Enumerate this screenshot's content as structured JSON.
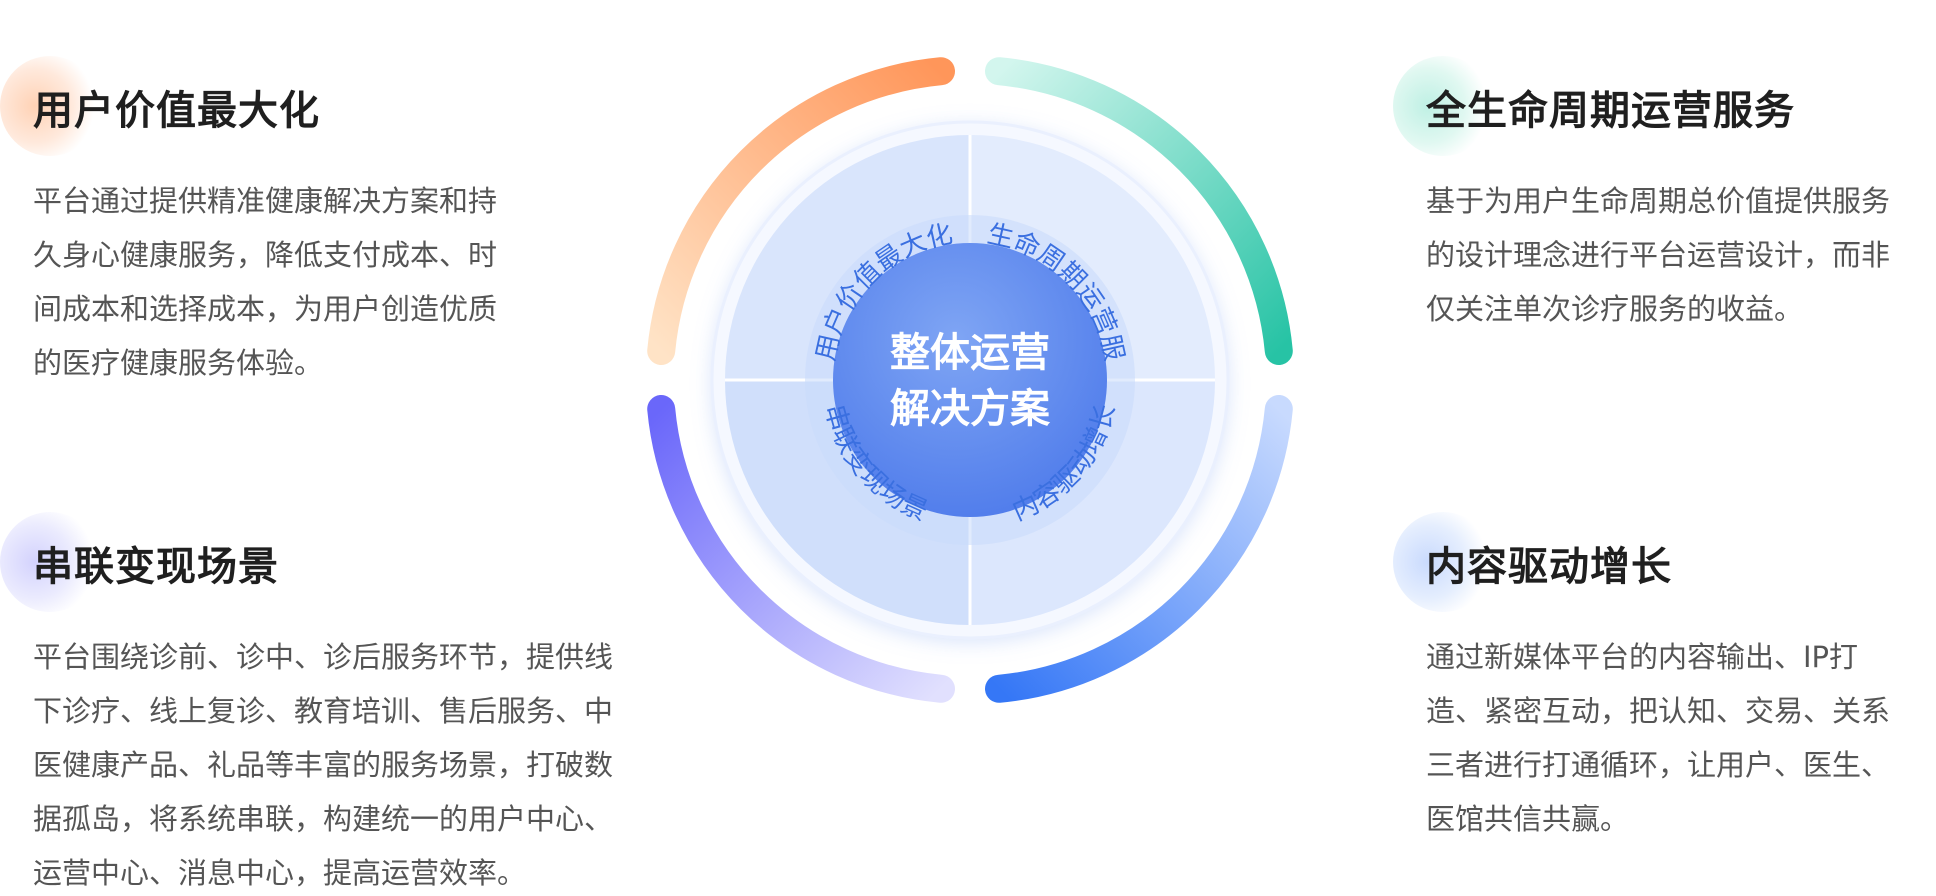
{
  "center": {
    "line1": "整体运营",
    "line2": "解决方案"
  },
  "quadrants": [
    {
      "label": "用户价值最大化"
    },
    {
      "label": "全生命周期运营服务"
    },
    {
      "label": "串联变现场景"
    },
    {
      "label": "内容驱动增长"
    }
  ],
  "sections": {
    "top_left": {
      "title": "用户价值最大化",
      "lines": [
        "平台通过提供精准健康解决方案和持",
        "久身心健康服务，降低支付成本、时",
        "间成本和选择成本，为用户创造优质",
        "的医疗健康服务体验。"
      ]
    },
    "top_right": {
      "title": "全生命周期运营服务",
      "lines": [
        "基于为用户生命周期总价值提供服务",
        "的设计理念进行平台运营设计，而非",
        "仅关注单次诊疗服务的收益。"
      ]
    },
    "bottom_left": {
      "title": "串联变现场景",
      "lines": [
        "平台围绕诊前、诊中、诊后服务环节，提供线",
        "下诊疗、线上复诊、教育培训、售后服务、中",
        "医健康产品、礼品等丰富的服务场景，打破数",
        "据孤岛，将系统串联，构建统一的用户中心、",
        "运营中心、消息中心，提高运营效率。"
      ]
    },
    "bottom_right": {
      "title": "内容驱动增长",
      "lines": [
        "通过新媒体平台的内容输出、IP打",
        "造、紧密互动，把认知、交易、关系",
        "三者进行打通循环，让用户、医生、",
        "医馆共信共赢。"
      ]
    }
  },
  "colors": {
    "orange_arc": "#FF9A5E",
    "teal_arc": "#2EC6A9",
    "purple_arc": "#6E6BFA",
    "blue_arc": "#3F7CF7",
    "center_fill": "#5C86EE",
    "quadrant_text": "#3A6FE0"
  }
}
